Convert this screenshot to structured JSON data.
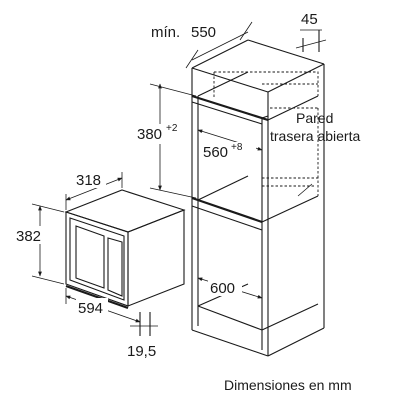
{
  "dimensions": {
    "min_label": "mín.",
    "cabinet_depth": "550",
    "rear_gap": "45",
    "niche_height": "380",
    "niche_height_tolerance": "+2",
    "niche_width": "560",
    "niche_width_tolerance": "+8",
    "cabinet_inner_width": "600",
    "appliance_depth": "318",
    "appliance_height": "382",
    "appliance_width": "594",
    "appliance_front_offset": "19,5"
  },
  "notes": {
    "open_back_line1": "Pared",
    "open_back_line2": "trasera abierta"
  },
  "caption": "Dimensiones en mm"
}
